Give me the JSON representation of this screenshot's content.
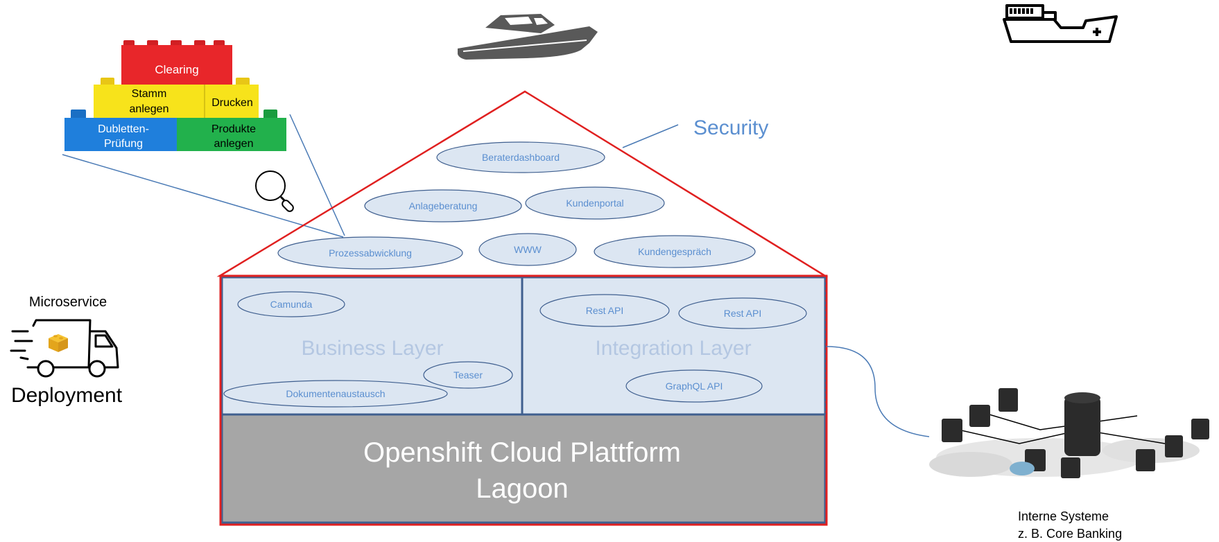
{
  "lego": {
    "clearing": "Clearing",
    "stamm_line1": "Stamm",
    "stamm_line2": "anlegen",
    "drucken": "Drucken",
    "dubletten_line1": "Dubletten-",
    "dubletten_line2": "Prüfung",
    "produkte_line1": "Produkte",
    "produkte_line2": "anlegen"
  },
  "roof": {
    "security_label": "Security",
    "apps": {
      "beraterdashboard": "Beraterdashboard",
      "anlageberatung": "Anlageberatung",
      "kundenportal": "Kundenportal",
      "prozessabwicklung": "Prozessabwicklung",
      "www": "WWW",
      "kundengespraech": "Kundengespräch"
    }
  },
  "business_layer": {
    "title": "Business Layer",
    "camunda": "Camunda",
    "teaser": "Teaser",
    "dokumentenaustausch": "Dokumentenaustausch"
  },
  "integration_layer": {
    "title": "Integration Layer",
    "rest_api_1": "Rest API",
    "rest_api_2": "Rest API",
    "graphql_api": "GraphQL API"
  },
  "platform": {
    "line1": "Openshift Cloud Plattform",
    "line2": "Lagoon"
  },
  "deployment": {
    "top_label": "Microservice",
    "bottom_label": "Deployment"
  },
  "internal_systems": {
    "line1": "Interne Systeme",
    "line2": "z. B. Core Banking"
  },
  "colors": {
    "roof_outline": "#e02020",
    "pill_text": "#5b8fd0",
    "layer_fill": "#dce6f2",
    "layer_border": "#3f5f8f",
    "platform_fill": "#a6a6a6",
    "lego_red": "#e8262a",
    "lego_yellow": "#f7e31b",
    "lego_blue": "#1f7fdc",
    "lego_green": "#22b14c"
  }
}
